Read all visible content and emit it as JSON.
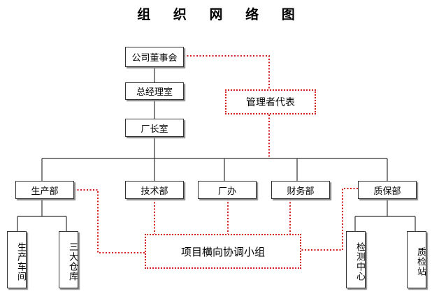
{
  "title": "组 织 网 络 图",
  "nodes": {
    "board": "公司董事会",
    "gm_office": "总经理室",
    "factory_office": "厂长室",
    "mgmt_rep": "管理者代表",
    "production": "生产部",
    "tech": "技术部",
    "factory_admin": "厂办",
    "finance": "财务部",
    "quality": "质保部",
    "workshop": "生产车间",
    "warehouses": "三大仓库",
    "inspection_center": "检测中心",
    "qc_station": "质检站",
    "coordination_group": "项目横向协调小组"
  },
  "colors": {
    "solid_line": "#333333",
    "dotted_line": "#d21e1e"
  }
}
